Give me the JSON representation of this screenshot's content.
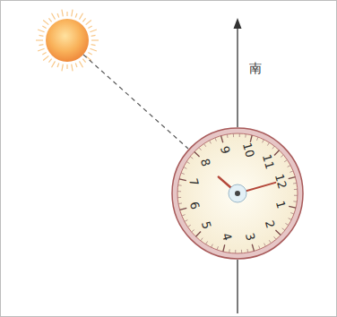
{
  "diagram": {
    "labels": [
      "1",
      "2",
      "3",
      "4",
      "5",
      "6",
      "7",
      "8",
      "9",
      "10",
      "11",
      "12",
      "南"
    ]
  }
}
